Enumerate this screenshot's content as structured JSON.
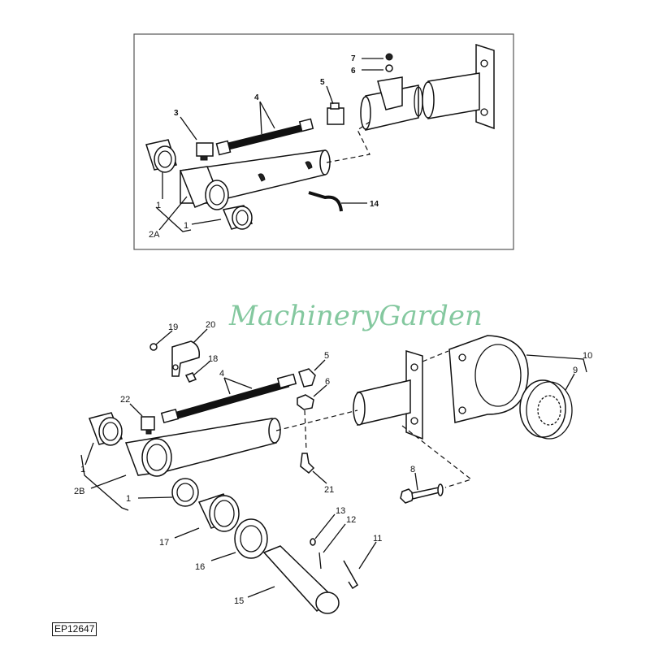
{
  "watermark": "MachineryGarden",
  "figure_code": "EP12647",
  "top_view": {
    "callouts": [
      "7",
      "6",
      "5",
      "4",
      "3",
      "1",
      "2A",
      "1",
      "14"
    ]
  },
  "bottom_view": {
    "callouts": [
      "19",
      "20",
      "18",
      "4",
      "5",
      "6",
      "22",
      "10",
      "9",
      "1",
      "2B",
      "1",
      "21",
      "8",
      "17",
      "13",
      "12",
      "11",
      "16",
      "15"
    ]
  }
}
